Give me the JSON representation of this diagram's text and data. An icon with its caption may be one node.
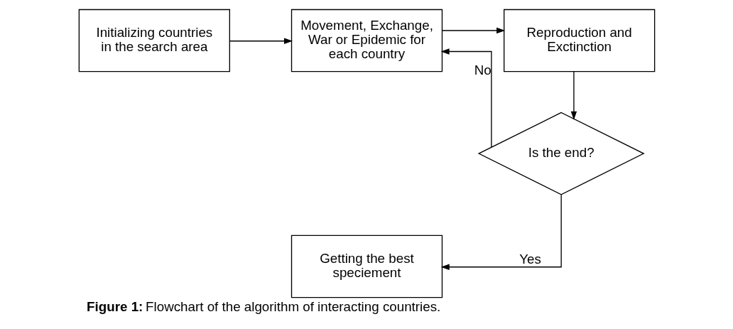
{
  "diagram": {
    "caption": "**Figure 1:** Flowchart of the algorithm of interacting countries.",
    "nodes": [
      {
        "text": [
          "Initializing countries in the search area"
        ]
      },
      {
        "text": [
          "Movement, Exchange, War or Epidemic for each country"
        ]
      },
      {
        "text": [
          "Reproduction and Exctinction"
        ]
      },
      {
        "text": [
          "Is the end?"
        ]
      },
      {
        "text": [
          "Getting the best speciement"
        ]
      }
    ],
    "edges": [
      {
        "from": 0,
        "to": 1,
        "arrow": "to"
      },
      {
        "from": 1,
        "to": 2,
        "arrow": "to"
      },
      {
        "from": 2,
        "to": 3,
        "arrow": "to"
      },
      {
        "from": 3,
        "to": 1,
        "arrow": "to",
        "label": "No"
      },
      {
        "from": 3,
        "to": 4,
        "arrow": "to",
        "label": "Yes"
      }
    ]
  }
}
